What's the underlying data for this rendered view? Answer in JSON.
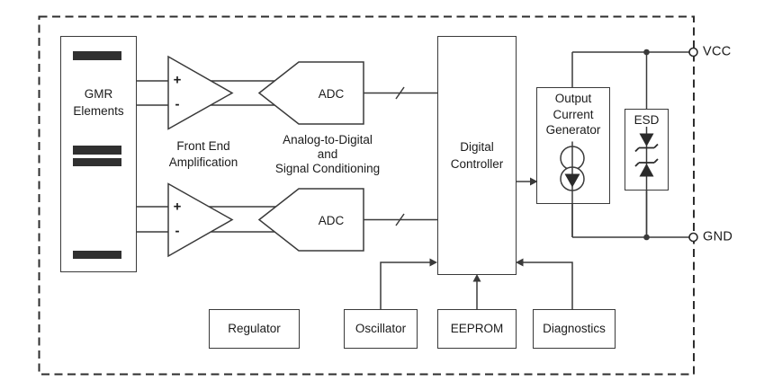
{
  "diagram": {
    "blocks": {
      "gmr": {
        "label": "GMR\nElements"
      },
      "front_end": {
        "label": "Front End\nAmplification"
      },
      "adc1": {
        "label": "ADC"
      },
      "adc2": {
        "label": "ADC"
      },
      "signal_conditioning": {
        "label": "Analog-to-Digital\nand\nSignal Conditioning"
      },
      "digital_controller": {
        "label": "Digital\nController"
      },
      "output_current_generator": {
        "label": "Output\nCurrent\nGenerator"
      },
      "esd": {
        "label": "ESD"
      },
      "regulator": {
        "label": "Regulator"
      },
      "oscillator": {
        "label": "Oscillator"
      },
      "eeprom": {
        "label": "EEPROM"
      },
      "diagnostics": {
        "label": "Diagnostics"
      }
    },
    "pins": {
      "vcc": "VCC",
      "gnd": "GND"
    },
    "amplifier_inputs": {
      "plus": "+",
      "minus": "-"
    },
    "colors": {
      "line": "#3a3a3a",
      "text": "#1b1b1b",
      "background": "#ffffff"
    }
  }
}
